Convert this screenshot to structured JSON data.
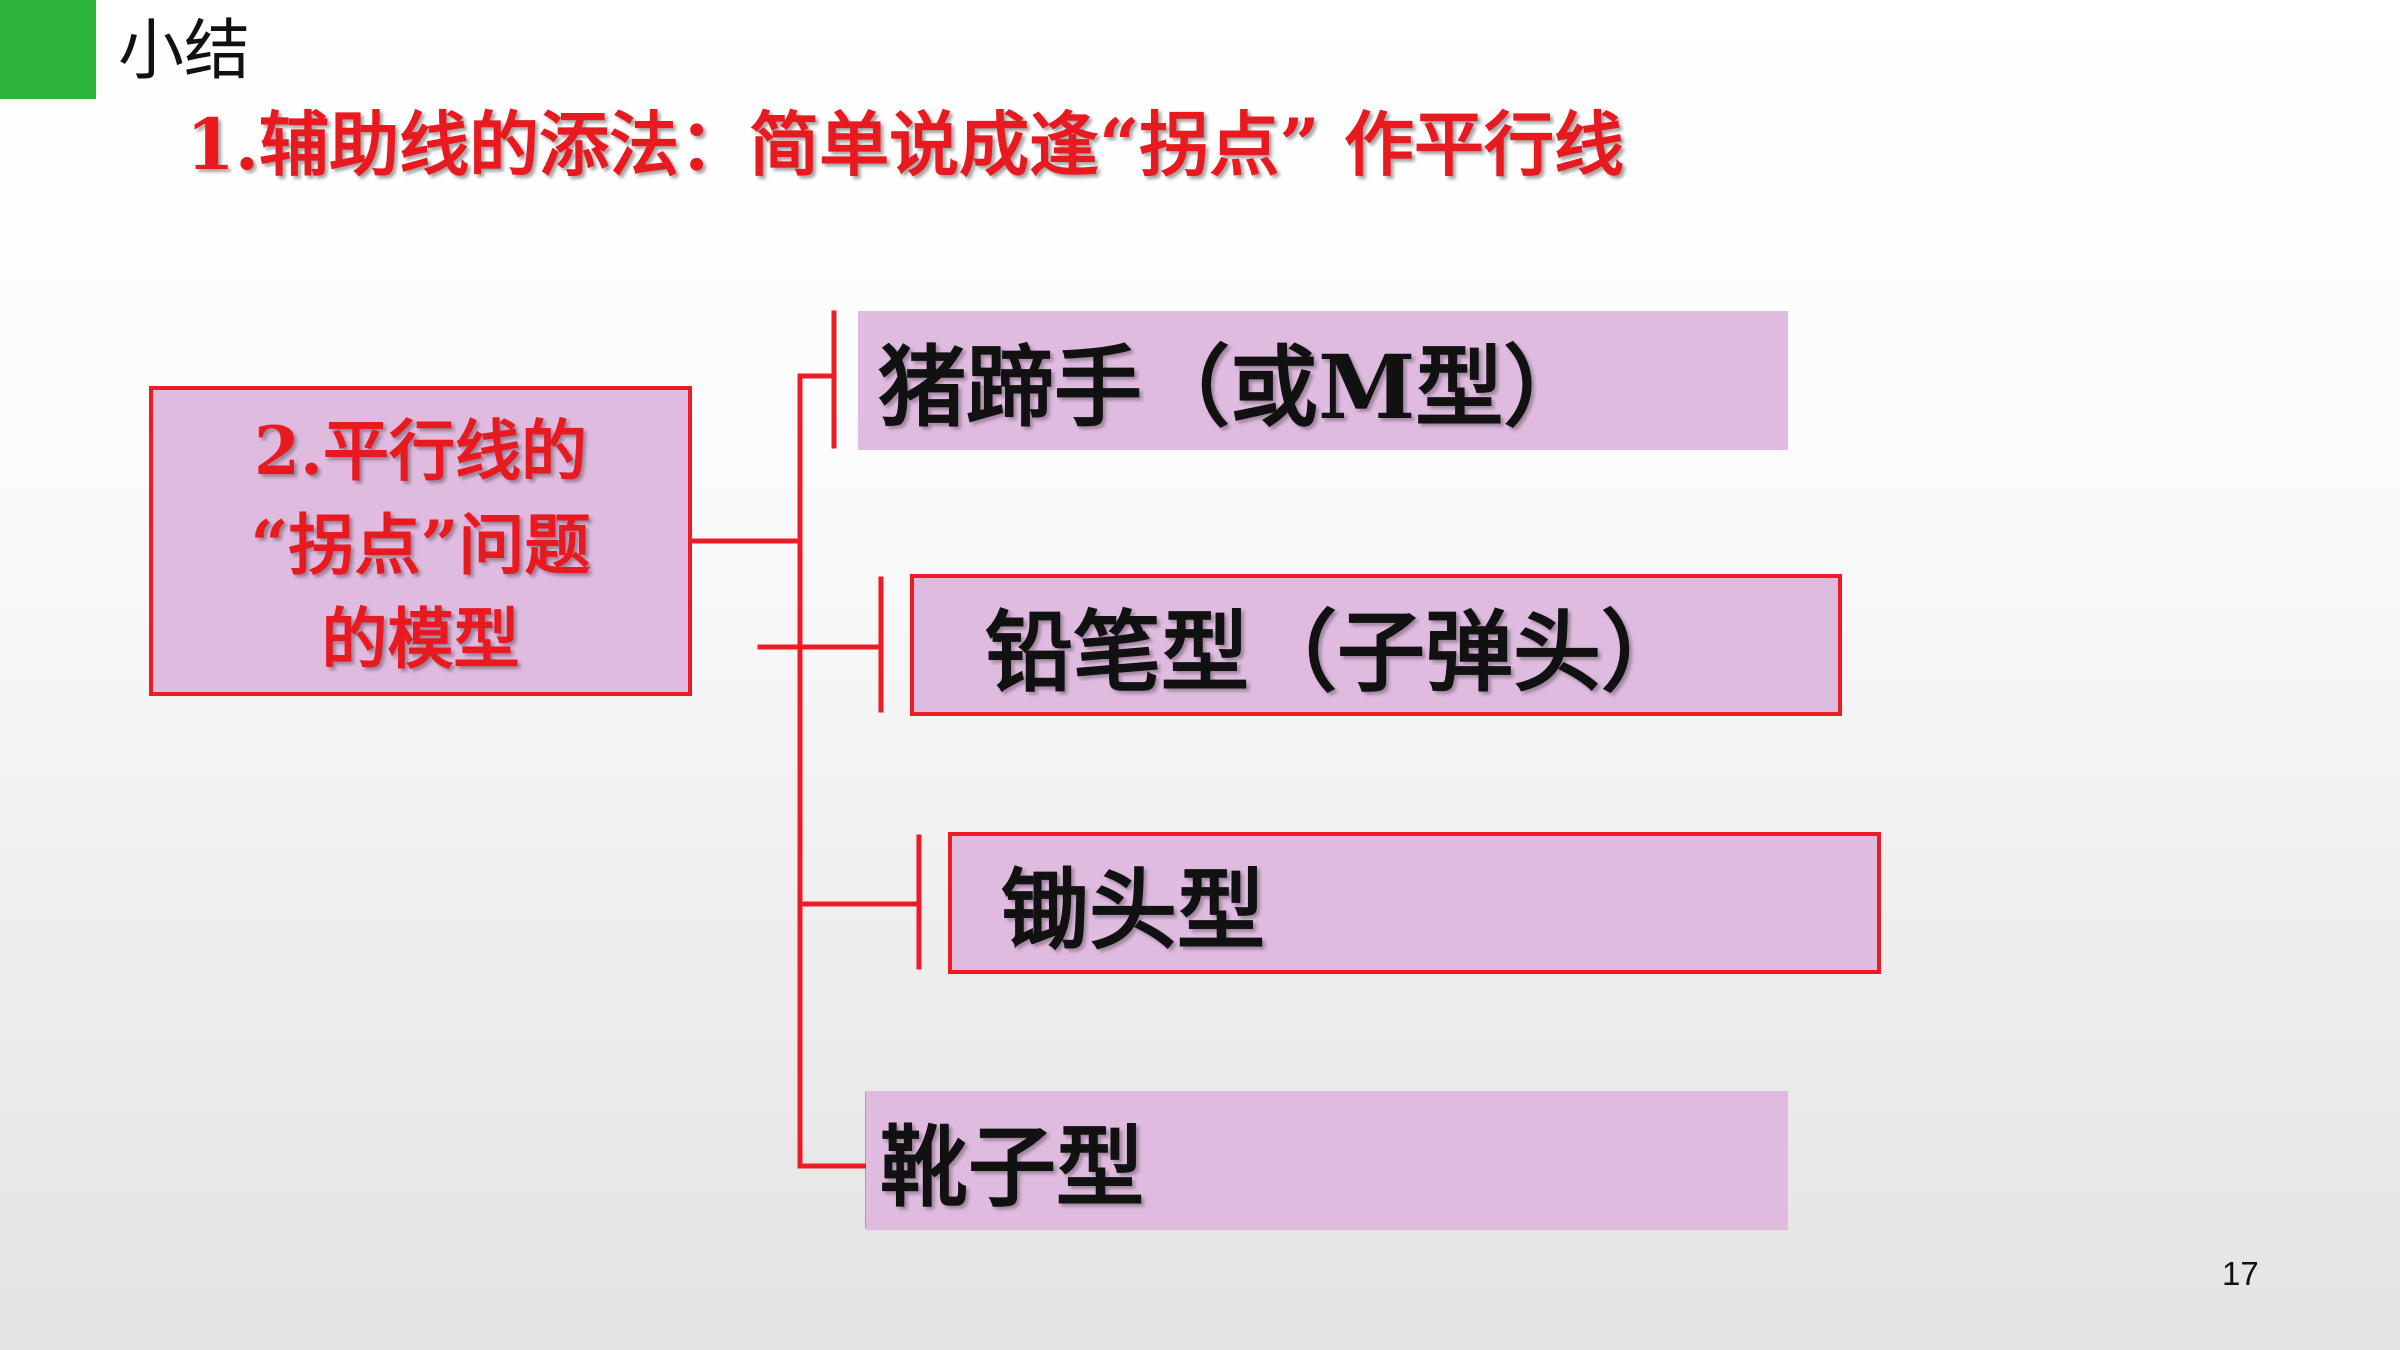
{
  "slide": {
    "section_title": "小结",
    "heading": "1.辅助线的添法：简单说成逢“拐点” 作平行线",
    "page_number": "17"
  },
  "diagram": {
    "root": "2.平行线的\n“拐点”问题\n的模型",
    "items": [
      {
        "label": "猪蹄手（或M型）"
      },
      {
        "label": "铅笔型（子弹头）"
      },
      {
        "label": "锄头型"
      },
      {
        "label": "靴子型"
      }
    ]
  },
  "colors": {
    "accent_green": "#2bb33a",
    "accent_red": "#ed1c24",
    "box_fill": "#dfbbdf"
  }
}
